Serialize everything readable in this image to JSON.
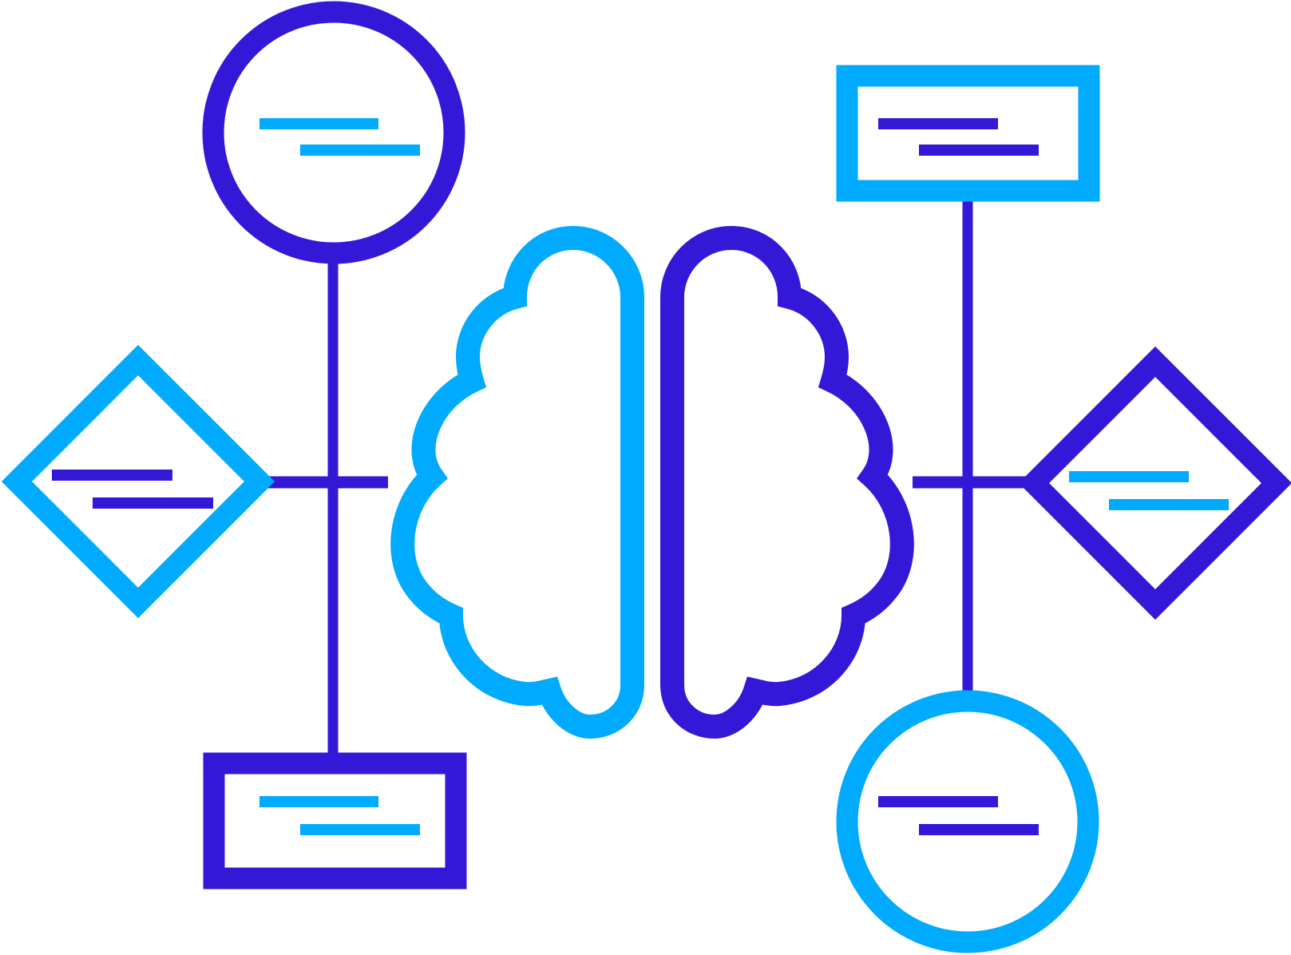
{
  "colors": {
    "purple": "#3318d8",
    "blue": "#00aaff",
    "background": "#ffffff"
  },
  "diagram": {
    "center": {
      "icon": "brain-icon",
      "left_hemisphere_color": "blue",
      "right_hemisphere_color": "purple"
    },
    "left_branch": {
      "top_node": {
        "shape": "circle",
        "outline_color": "purple",
        "text_line_color": "blue"
      },
      "middle_node": {
        "shape": "diamond",
        "outline_color": "blue",
        "text_line_color": "purple"
      },
      "bottom_node": {
        "shape": "rectangle",
        "outline_color": "purple",
        "text_line_color": "blue"
      },
      "connector_color": "purple"
    },
    "right_branch": {
      "top_node": {
        "shape": "rectangle",
        "outline_color": "blue",
        "text_line_color": "purple"
      },
      "middle_node": {
        "shape": "diamond",
        "outline_color": "purple",
        "text_line_color": "blue"
      },
      "bottom_node": {
        "shape": "circle",
        "outline_color": "blue",
        "text_line_color": "purple"
      },
      "connector_color": "purple"
    }
  }
}
